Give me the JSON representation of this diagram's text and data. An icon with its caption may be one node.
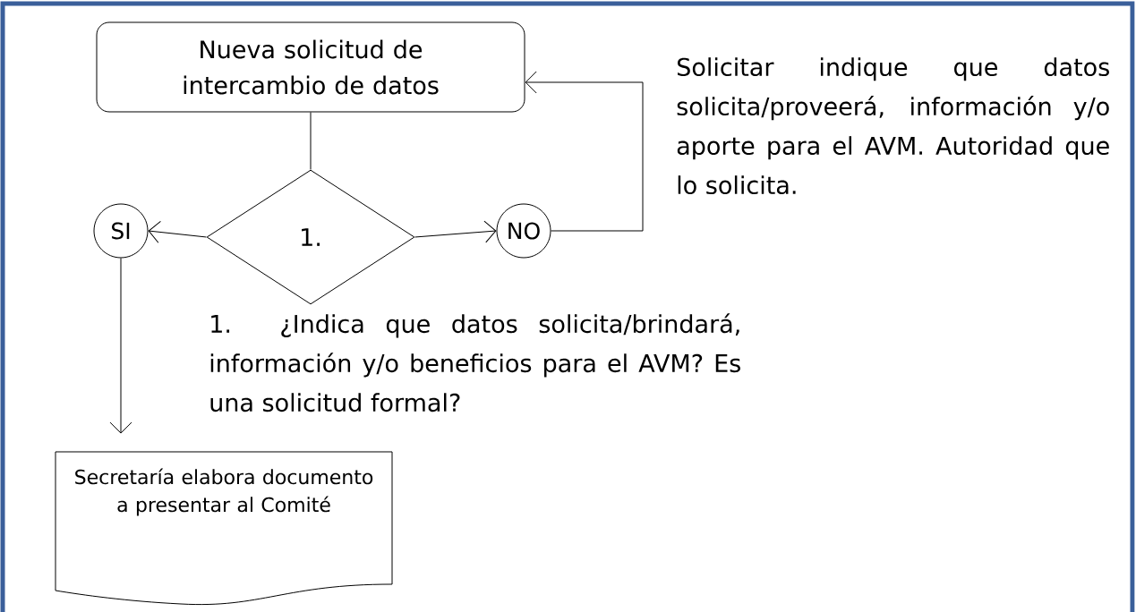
{
  "diagram": {
    "nodes": [
      {
        "text": [
          "Nueva solicitud de intercambio de datos"
        ]
      },
      {
        "text": [
          "1."
        ]
      },
      {
        "text": [
          "SI"
        ]
      },
      {
        "text": [
          "NO"
        ]
      },
      {
        "text": [
          "Secretaría elabora documento a presentar al Comité"
        ]
      }
    ],
    "edges": [
      {
        "from": 0,
        "to": 1,
        "arrow": "none"
      },
      {
        "from": 1,
        "to": 2,
        "arrow": "to"
      },
      {
        "from": 1,
        "to": 3,
        "arrow": "to"
      },
      {
        "from": 3,
        "to": 0,
        "arrow": "to"
      },
      {
        "from": 2,
        "to": 4,
        "arrow": "to"
      }
    ],
    "labels": [
      "Solicitar indique que datos solicita/proveerá, información y/o aporte para el AVM. Autoridad que lo solicita.",
      "1. ¿Indica que datos solicita/brindará, información y/o beneficios para el AVM? Es una solicitud formal?"
    ]
  }
}
